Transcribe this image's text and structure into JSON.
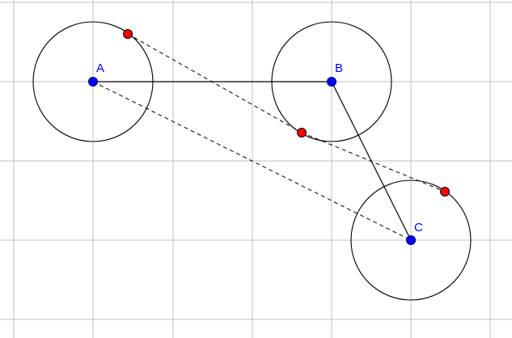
{
  "points": [
    {
      "id": "A",
      "label": "A",
      "color": "#0000ff"
    },
    {
      "id": "B",
      "label": "B",
      "color": "#0000ff"
    },
    {
      "id": "C",
      "label": "C",
      "color": "#0000ff"
    }
  ],
  "red_point_color": "#ff0000"
}
